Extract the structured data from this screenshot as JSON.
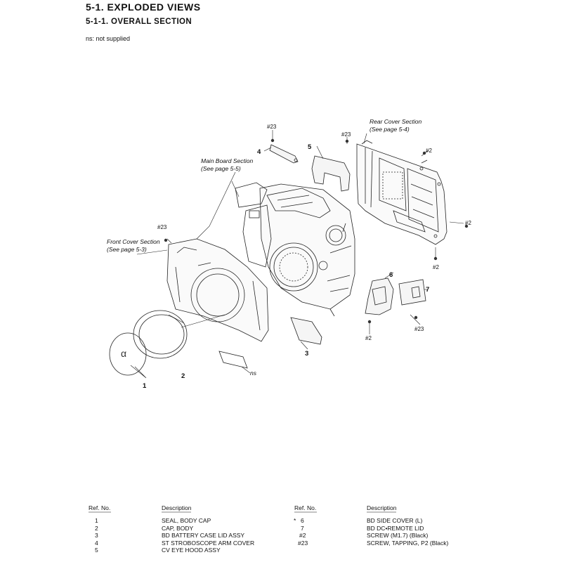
{
  "header": {
    "title": "5-1.  EXPLODED VIEWS",
    "subtitle": "5-1-1.  OVERALL  SECTION",
    "note": "ns: not supplied"
  },
  "diagram": {
    "callouts": {
      "rear_cover": [
        "Rear Cover Section",
        "(See page 5-4)"
      ],
      "main_board": [
        "Main Board Section",
        "(See page 5-5)"
      ],
      "front_cover": [
        "Front Cover Section",
        "(See page 5-3)"
      ]
    },
    "part_numbers": [
      "1",
      "2",
      "3",
      "4",
      "5",
      "6",
      "7"
    ],
    "screws": {
      "s23": "#23",
      "s2": "#2"
    },
    "ns_label": "ns"
  },
  "parts_table": {
    "headers": {
      "ref": "Ref. No.",
      "desc": "Description"
    },
    "left": [
      {
        "mark": "",
        "ref": "1",
        "desc": "SEAL, BODY CAP"
      },
      {
        "mark": "",
        "ref": "2",
        "desc": "CAP, BODY"
      },
      {
        "mark": "",
        "ref": "3",
        "desc": "BD BATTERY CASE LID ASSY"
      },
      {
        "mark": "",
        "ref": "4",
        "desc": "ST STROBOSCOPE ARM COVER"
      },
      {
        "mark": "",
        "ref": "5",
        "desc": "CV EYE HOOD ASSY"
      }
    ],
    "right": [
      {
        "mark": "*",
        "ref": "6",
        "desc": "BD SIDE COVER (L)"
      },
      {
        "mark": "",
        "ref": "7",
        "desc": "BD DC•REMOTE LID"
      },
      {
        "mark": "",
        "ref": "#2",
        "desc": "SCREW (M1.7) (Black)"
      },
      {
        "mark": "",
        "ref": "#23",
        "desc": "SCREW, TAPPING, P2 (Black)"
      }
    ]
  }
}
